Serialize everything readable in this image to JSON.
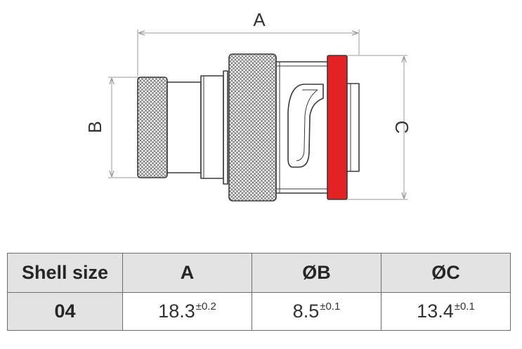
{
  "dimension_labels": {
    "a": "A",
    "b": "B",
    "c": "C"
  },
  "table": {
    "headers": [
      "Shell size",
      "A",
      "ØB",
      "ØC"
    ],
    "row": {
      "shell_size": "04",
      "a": {
        "value": "18.3",
        "tolerance": "±0.2"
      },
      "b": {
        "value": "8.5",
        "tolerance": "±0.1"
      },
      "c": {
        "value": "13.4",
        "tolerance": "±0.1"
      }
    }
  },
  "colors": {
    "accent_ring": "#e32226",
    "header_fill": "#e3e3e4",
    "line": "#6d6d6d"
  }
}
